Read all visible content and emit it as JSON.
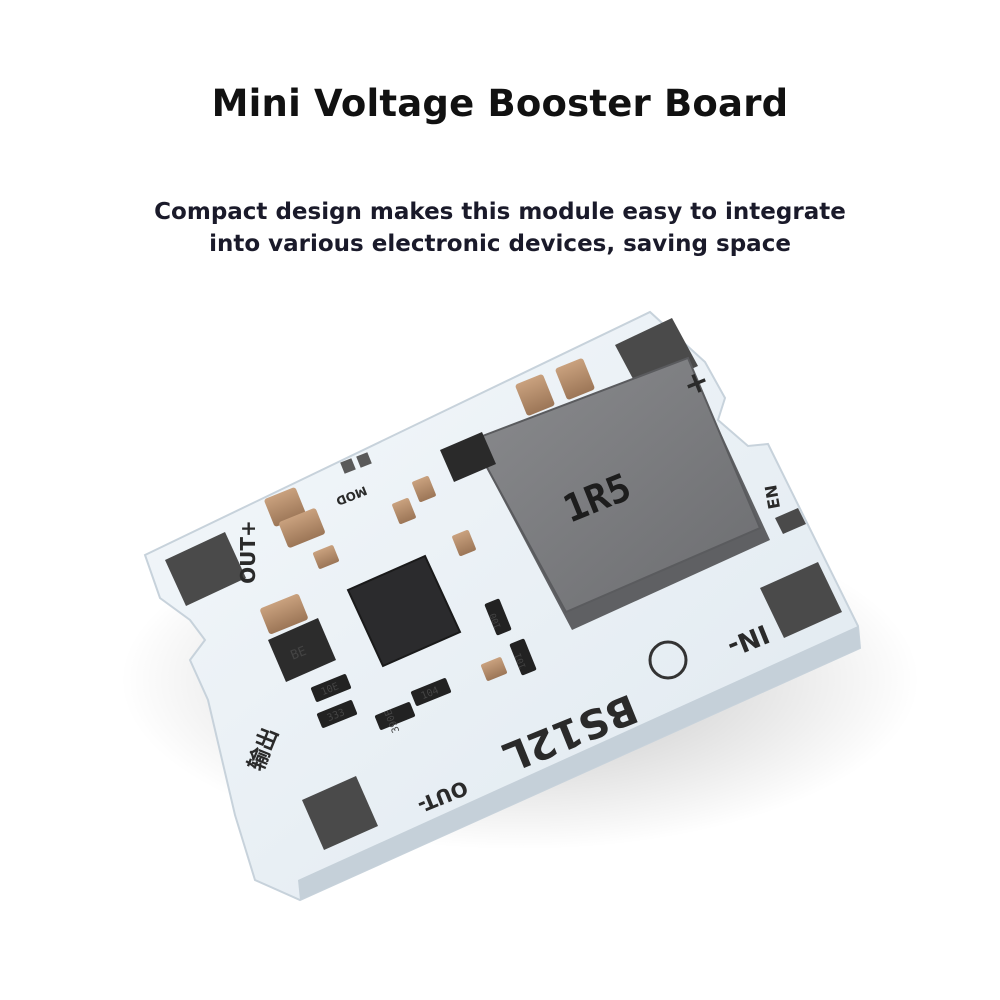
{
  "header": {
    "title": "Mini Voltage Booster Board",
    "subtitle_line1": "Compact design makes this module easy to integrate",
    "subtitle_line2": "into various electronic devices, saving space"
  },
  "board": {
    "inductor_mark": "1R5",
    "model": "BS12L",
    "label_out_plus": "OUT+",
    "label_out_minus": "OUT-",
    "label_in_plus": "+",
    "label_in_minus": "IN-",
    "label_en": "EN",
    "label_mod": "MOD",
    "label_output_cn": "输出",
    "diode_mark": "BE",
    "resistor_marks": [
      "10E",
      "333",
      "104",
      "390E",
      "100",
      "101"
    ]
  },
  "colors": {
    "pcb": "#e9f0f6",
    "pad": "#4a4a4a",
    "inductor": "#7c7d80",
    "capacitor": "#b18c6c"
  }
}
